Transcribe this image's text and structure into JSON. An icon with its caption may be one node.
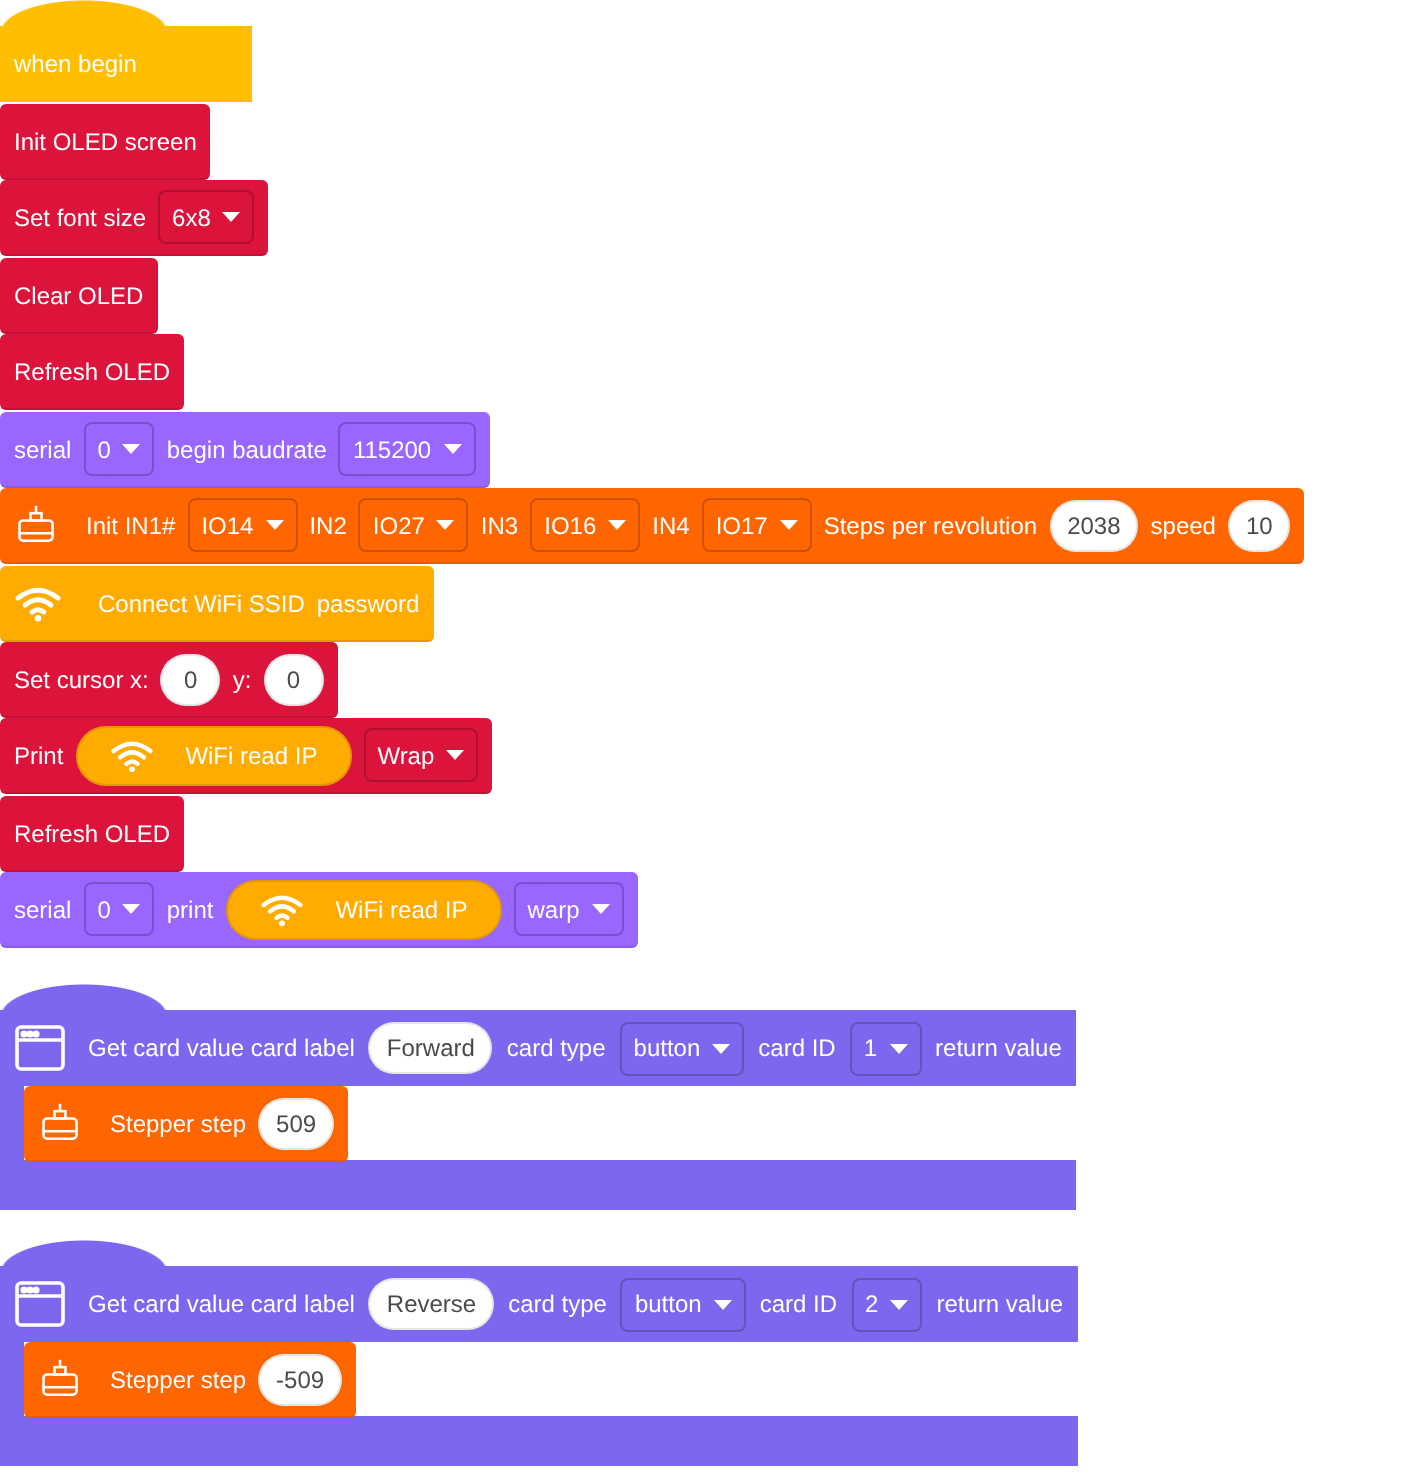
{
  "diagram": {
    "nodes": [
      {
        "text": [
          "when begin"
        ]
      },
      {
        "text": [
          "Init OLED screen"
        ]
      },
      {
        "text": [
          "Set font size"
        ]
      },
      {
        "text": [
          "6x8"
        ],
        "in": 2
      },
      {
        "text": [
          "Clear OLED"
        ]
      },
      {
        "text": [
          "Refresh OLED"
        ]
      },
      {
        "text": [
          "serial",
          "begin baudrate"
        ]
      },
      {
        "text": [
          "0"
        ],
        "in": 6
      },
      {
        "text": [
          "115200"
        ],
        "in": 6
      },
      {
        "text": [
          "Init IN1#",
          "IN2",
          "IN3",
          "IN4",
          "Steps per revolution",
          "speed"
        ]
      },
      {
        "text": [
          "IO14"
        ],
        "in": 9
      },
      {
        "text": [
          "IO27"
        ],
        "in": 9
      },
      {
        "text": [
          "IO16"
        ],
        "in": 9
      },
      {
        "text": [
          "IO17"
        ],
        "in": 9
      },
      {
        "text": [
          "2038"
        ],
        "in": 9
      },
      {
        "text": [
          "10"
        ],
        "in": 9
      },
      {
        "text": [
          "Connect WiFi SSID",
          "password"
        ]
      },
      {
        "text": [
          "Set cursor x:",
          "y:"
        ]
      },
      {
        "text": [
          "0"
        ],
        "in": 17
      },
      {
        "text": [
          "0"
        ],
        "in": 17
      },
      {
        "text": [
          "Print"
        ]
      },
      {
        "text": [
          "WiFi read IP"
        ],
        "in": 20
      },
      {
        "text": [
          "Wrap"
        ],
        "in": 20
      },
      {
        "text": [
          "Refresh OLED"
        ]
      },
      {
        "text": [
          "serial",
          "print"
        ]
      },
      {
        "text": [
          "0"
        ],
        "in": 24
      },
      {
        "text": [
          "WiFi read IP"
        ],
        "in": 24
      },
      {
        "text": [
          "warp"
        ],
        "in": 24
      },
      {
        "text": [
          "Get card value card label",
          "card type",
          "card ID",
          "return value"
        ]
      },
      {
        "text": [
          "Forward"
        ],
        "in": 28
      },
      {
        "text": [
          "button"
        ],
        "in": 28
      },
      {
        "text": [
          "1"
        ],
        "in": 28
      },
      {
        "text": [
          "Stepper step"
        ],
        "in": 28
      },
      {
        "text": [
          "509"
        ],
        "in": 32
      },
      {
        "text": [
          "Get card value card label",
          "card type",
          "card ID",
          "return value"
        ]
      },
      {
        "text": [
          "Reverse"
        ],
        "in": 34
      },
      {
        "text": [
          "button"
        ],
        "in": 34
      },
      {
        "text": [
          "2"
        ],
        "in": 34
      },
      {
        "text": [
          "Stepper step"
        ],
        "in": 34
      },
      {
        "text": [
          "-509"
        ],
        "in": 38
      }
    ]
  }
}
